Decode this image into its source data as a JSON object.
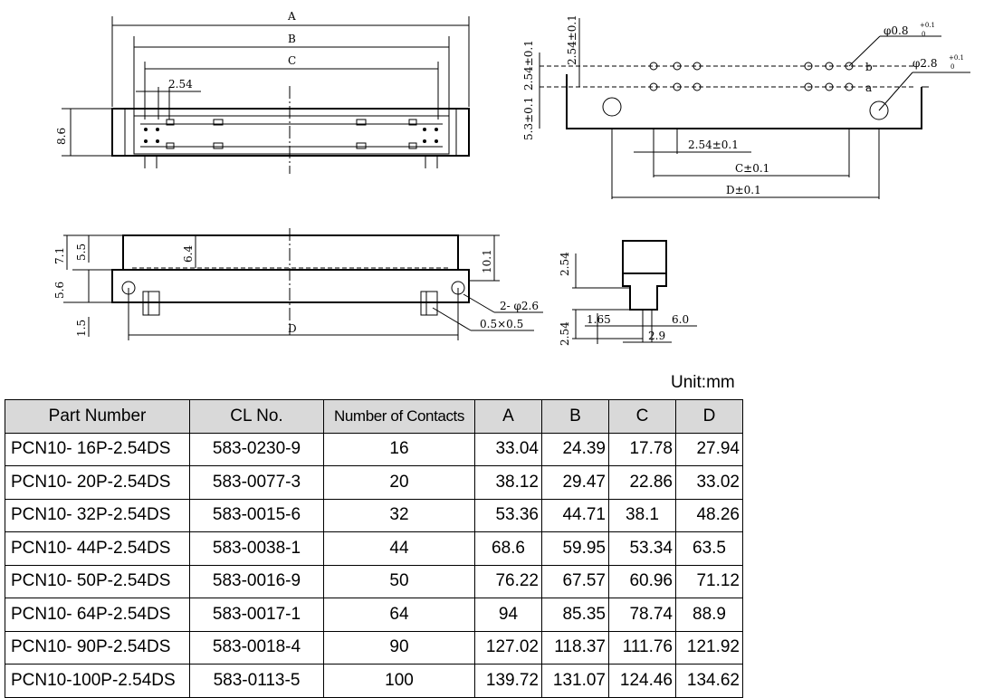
{
  "drawing": {
    "front_view": {
      "dim_a": "A",
      "dim_b": "B",
      "dim_c": "C",
      "pitch": "2.54",
      "height": "8.6"
    },
    "top_view": {
      "dim_h1": "7.1",
      "dim_h2": "5.5",
      "dim_h3": "5.6",
      "dim_h4": "1.5",
      "dim_inner": "6.4",
      "dim_right": "10.1",
      "dim_d": "D",
      "hole_note": "2- φ2.6",
      "chamfer_note": "0.5×0.5"
    },
    "pcb_layout": {
      "pitch_v": "2.54±0.1",
      "pitch_v2": "2.54±0.1",
      "offset": "5.3±0.1",
      "hole_small": "φ0.8",
      "hole_small_tol_top": "+0.1",
      "hole_small_tol_bot": "0",
      "hole_large": "φ2.8",
      "hole_large_tol_top": "+0.1",
      "hole_large_tol_bot": "0",
      "row_b": "b",
      "row_a": "a",
      "pitch_h": "2.54±0.1",
      "dim_c": "C±0.1",
      "dim_d": "D±0.1"
    },
    "side_view": {
      "h1": "2.54",
      "h2": "2.54",
      "w1": "1.65",
      "w2": "6.0",
      "w3": "2.9"
    }
  },
  "unit_label": "Unit:mm",
  "table": {
    "headers": [
      "Part Number",
      "CL No.",
      "Number of Contacts",
      "A",
      "B",
      "C",
      "D"
    ],
    "rows": [
      [
        "PCN10- 16P-2.54DS",
        "583-0230-9",
        "16",
        "33.04",
        "24.39",
        "17.78",
        "27.94"
      ],
      [
        "PCN10- 20P-2.54DS",
        "583-0077-3",
        "20",
        "38.12",
        "29.47",
        "22.86",
        "33.02"
      ],
      [
        "PCN10- 32P-2.54DS",
        "583-0015-6",
        "32",
        "53.36",
        "44.71",
        "38.1",
        "48.26"
      ],
      [
        "PCN10- 44P-2.54DS",
        "583-0038-1",
        "44",
        "68.6",
        "59.95",
        "53.34",
        "63.5"
      ],
      [
        "PCN10- 50P-2.54DS",
        "583-0016-9",
        "50",
        "76.22",
        "67.57",
        "60.96",
        "71.12"
      ],
      [
        "PCN10- 64P-2.54DS",
        "583-0017-1",
        "64",
        "94",
        "85.35",
        "78.74",
        "88.9"
      ],
      [
        "PCN10- 90P-2.54DS",
        "583-0018-4",
        "90",
        "127.02",
        "118.37",
        "111.76",
        "121.92"
      ],
      [
        "PCN10-100P-2.54DS",
        "583-0113-5",
        "100",
        "139.72",
        "131.07",
        "124.46",
        "134.62"
      ]
    ]
  }
}
